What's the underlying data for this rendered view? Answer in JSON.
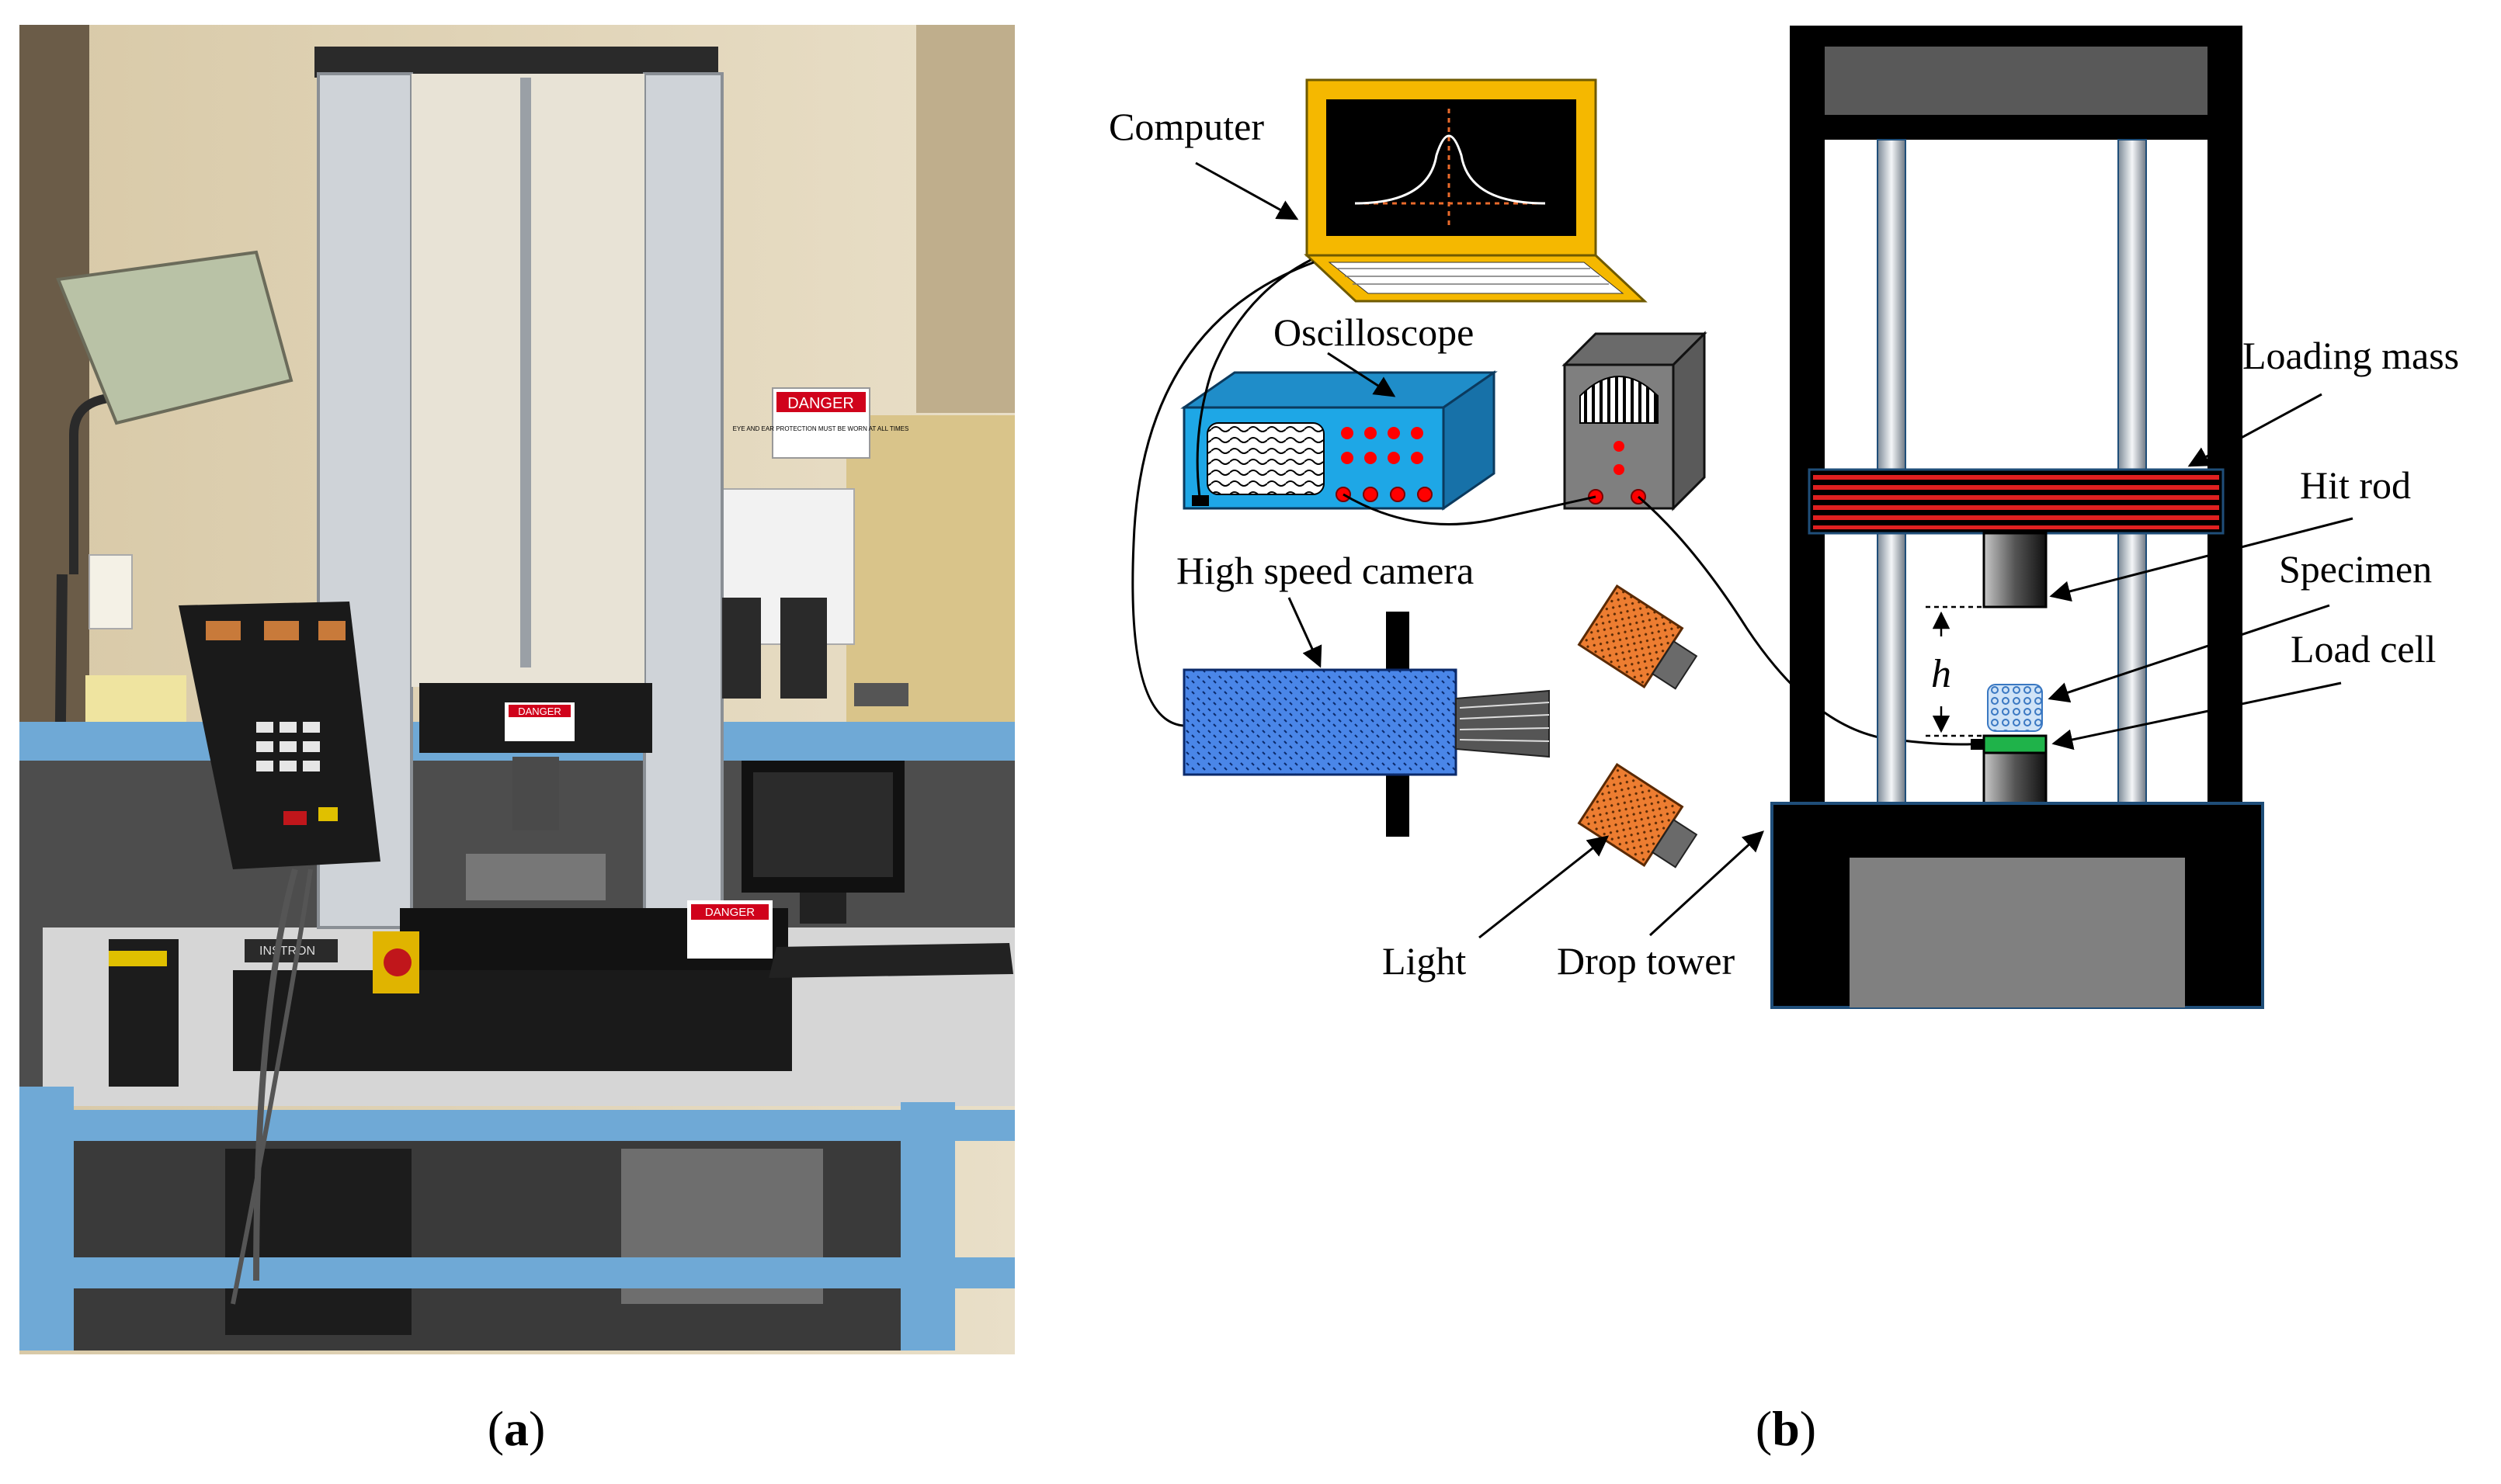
{
  "panel_a": {
    "caption_letter": "a",
    "photo": {
      "danger_sign": "DANGER",
      "danger_sign_text": "EYE AND EAR PROTECTION MUST BE WORN AT ALL TIMES",
      "machine_brand": "INSTRON",
      "sign_label_2": "DANGER",
      "sign_label_3": "DANGER"
    }
  },
  "panel_b": {
    "caption_letter": "b",
    "labels": {
      "computer": "Computer",
      "oscilloscope": "Oscilloscope",
      "high_speed_camera": "High speed camera",
      "light": "Light",
      "drop_tower": "Drop tower",
      "loading_mass": "Loading mass",
      "hit_rod": "Hit rod",
      "specimen": "Specimen",
      "load_cell": "Load cell",
      "height_symbol": "h"
    },
    "colors": {
      "computer_frame": "#f5b800",
      "oscilloscope_body": "#1ea7e6",
      "scope_body": "#7f7f7f",
      "camera_body": "#4a86e8",
      "light_body": "#ed7d31",
      "loading_mass_stripe": "#e02020",
      "load_cell": "#1fb34a",
      "tower_frame": "#000000",
      "marker_red": "#ff0000"
    }
  }
}
